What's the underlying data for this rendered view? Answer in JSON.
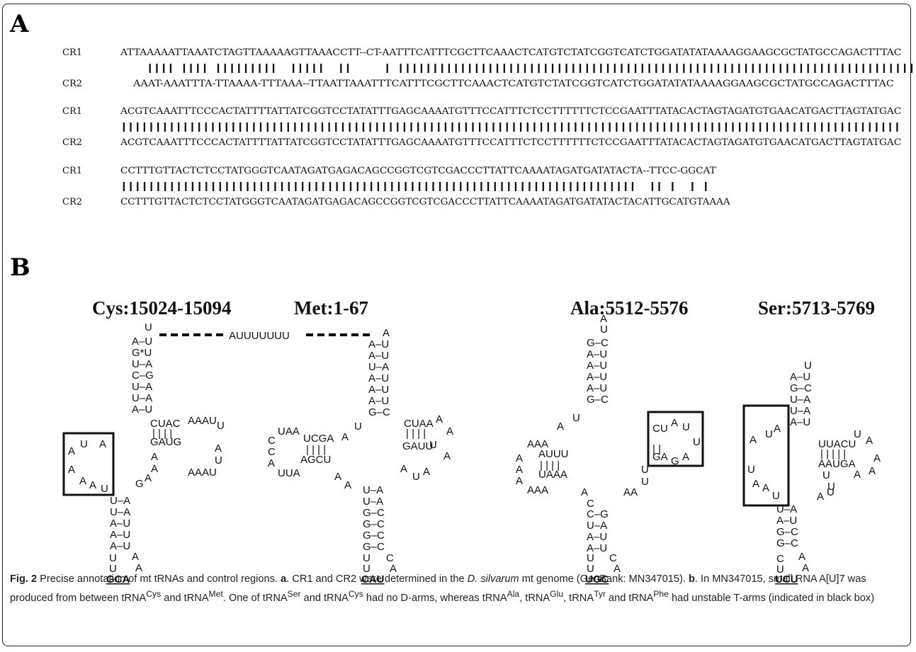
{
  "panels": {
    "a": "A",
    "b": "B"
  },
  "alignment": {
    "blocks": [
      {
        "cr1_label": "CR1",
        "cr2_label": "CR2",
        "cr1": "ATTAAAAATTAAATCTAGTTAAAAAGTTAAACCTT--CT-AATTTCATTTCGCTTCAAACTCATGTCTATCGGTCATCTGGATATATAAAAGGAAGCGCTATGCCAGACTTTAC",
        "match": "    |||| |||| |||||||||  |||||  ||     | ||||||||||||||||||||||||||||||||||||||||||||||||||||||||||||||||||||||||||||||",
        "cr2": "    AAAT-AAATTTA-TTAAAA-TTTAAA--TTAATTAAATTTCATTTCGCTTCAAACTCATGTCTATCGGTCATCTGGATATATAAAAGGAAGCGCTATGCCAGACTTTAC"
      },
      {
        "cr1_label": "CR1",
        "cr2_label": "CR2",
        "cr1": "ACGTCAAATTTCCCACTATTTTATTATCGGTCCTATATTTGAGCAAAATGTTTCCATTTCTCCTTTTTTCTCCGAATTTATACACTAGTAGATGTGAACATGACTTAGTATGAC",
        "match": "||||||||||||||||||||||||||||||||||||||||||||||||||||||||||||||||||||||||||||||||||||||||||||||||||||||||||||||||||",
        "cr2": "ACGTCAAATTTCCCACTATTTTATTATCGGTCCTATATTTGAGCAAAATGTTTCCATTTCTCCTTTTTTCTCCGAATTTATACACTAGTAGATGTGAACATGACTTAGTATGAC"
      },
      {
        "cr1_label": "CR1",
        "cr2_label": "CR2",
        "cr1": "CCTTTGTTACTCTCCTATGGGTCAATAGATGAGACAGCCGGTCGTCGACCCTTATTCAAAATAGATGATATACTA--TTCC-GGCAT",
        "match": "|||||||||||||||||||||||||||||||||||||||||||||||||||||||||||||||||||||||||||  || |  | |",
        "cr2": "CCTTTGTTACTCTCCTATGGGTCAATAGATGAGACAGCCGGTCGTCGACCCTTATTCAAAATAGATGATATACTACATTGCATGTAAAA"
      }
    ]
  },
  "trna": {
    "titles": {
      "cys": "Cys:15024-15094",
      "met": "Met:1-67",
      "ala": "Ala:5512-5576",
      "ser": "Ser:5713-5769"
    },
    "linker": "AUUUUUUU",
    "anticodons": {
      "cys": "GCA",
      "met": "CAU",
      "ala": "UGC",
      "ser": "UCU"
    }
  },
  "caption": {
    "fig": "Fig. 2",
    "title": " Precise annotation of mt tRNAs and control regions. ",
    "a_label": "a",
    "a_text_1": ". CR1 and CR2 were determined in the ",
    "species": "D. silvarum",
    "a_text_2": " mt genome (GenBank: MN347015). ",
    "b_label": "b",
    "b_text_1": ". In MN347015, small RNA A[U]7 was produced from between tRNA",
    "sup_cys": "Cys",
    "b_text_2": " and tRNA",
    "sup_met": "Met",
    "b_text_3": ". One of tRNA",
    "sup_ser": "Ser",
    "b_text_4": " and tRNA",
    "sup_cys2": "Cys",
    "b_text_5": " had no D-arms, whereas tRNA",
    "sup_ala": "Ala",
    "b_text_6": ", tRNA",
    "sup_glu": "Glu",
    "b_text_7": ", tRNA",
    "sup_tyr": "Tyr",
    "b_text_8": " and tRNA",
    "sup_phe": "Phe",
    "b_text_9": " had unstable T-arms (indicated in black box)"
  }
}
